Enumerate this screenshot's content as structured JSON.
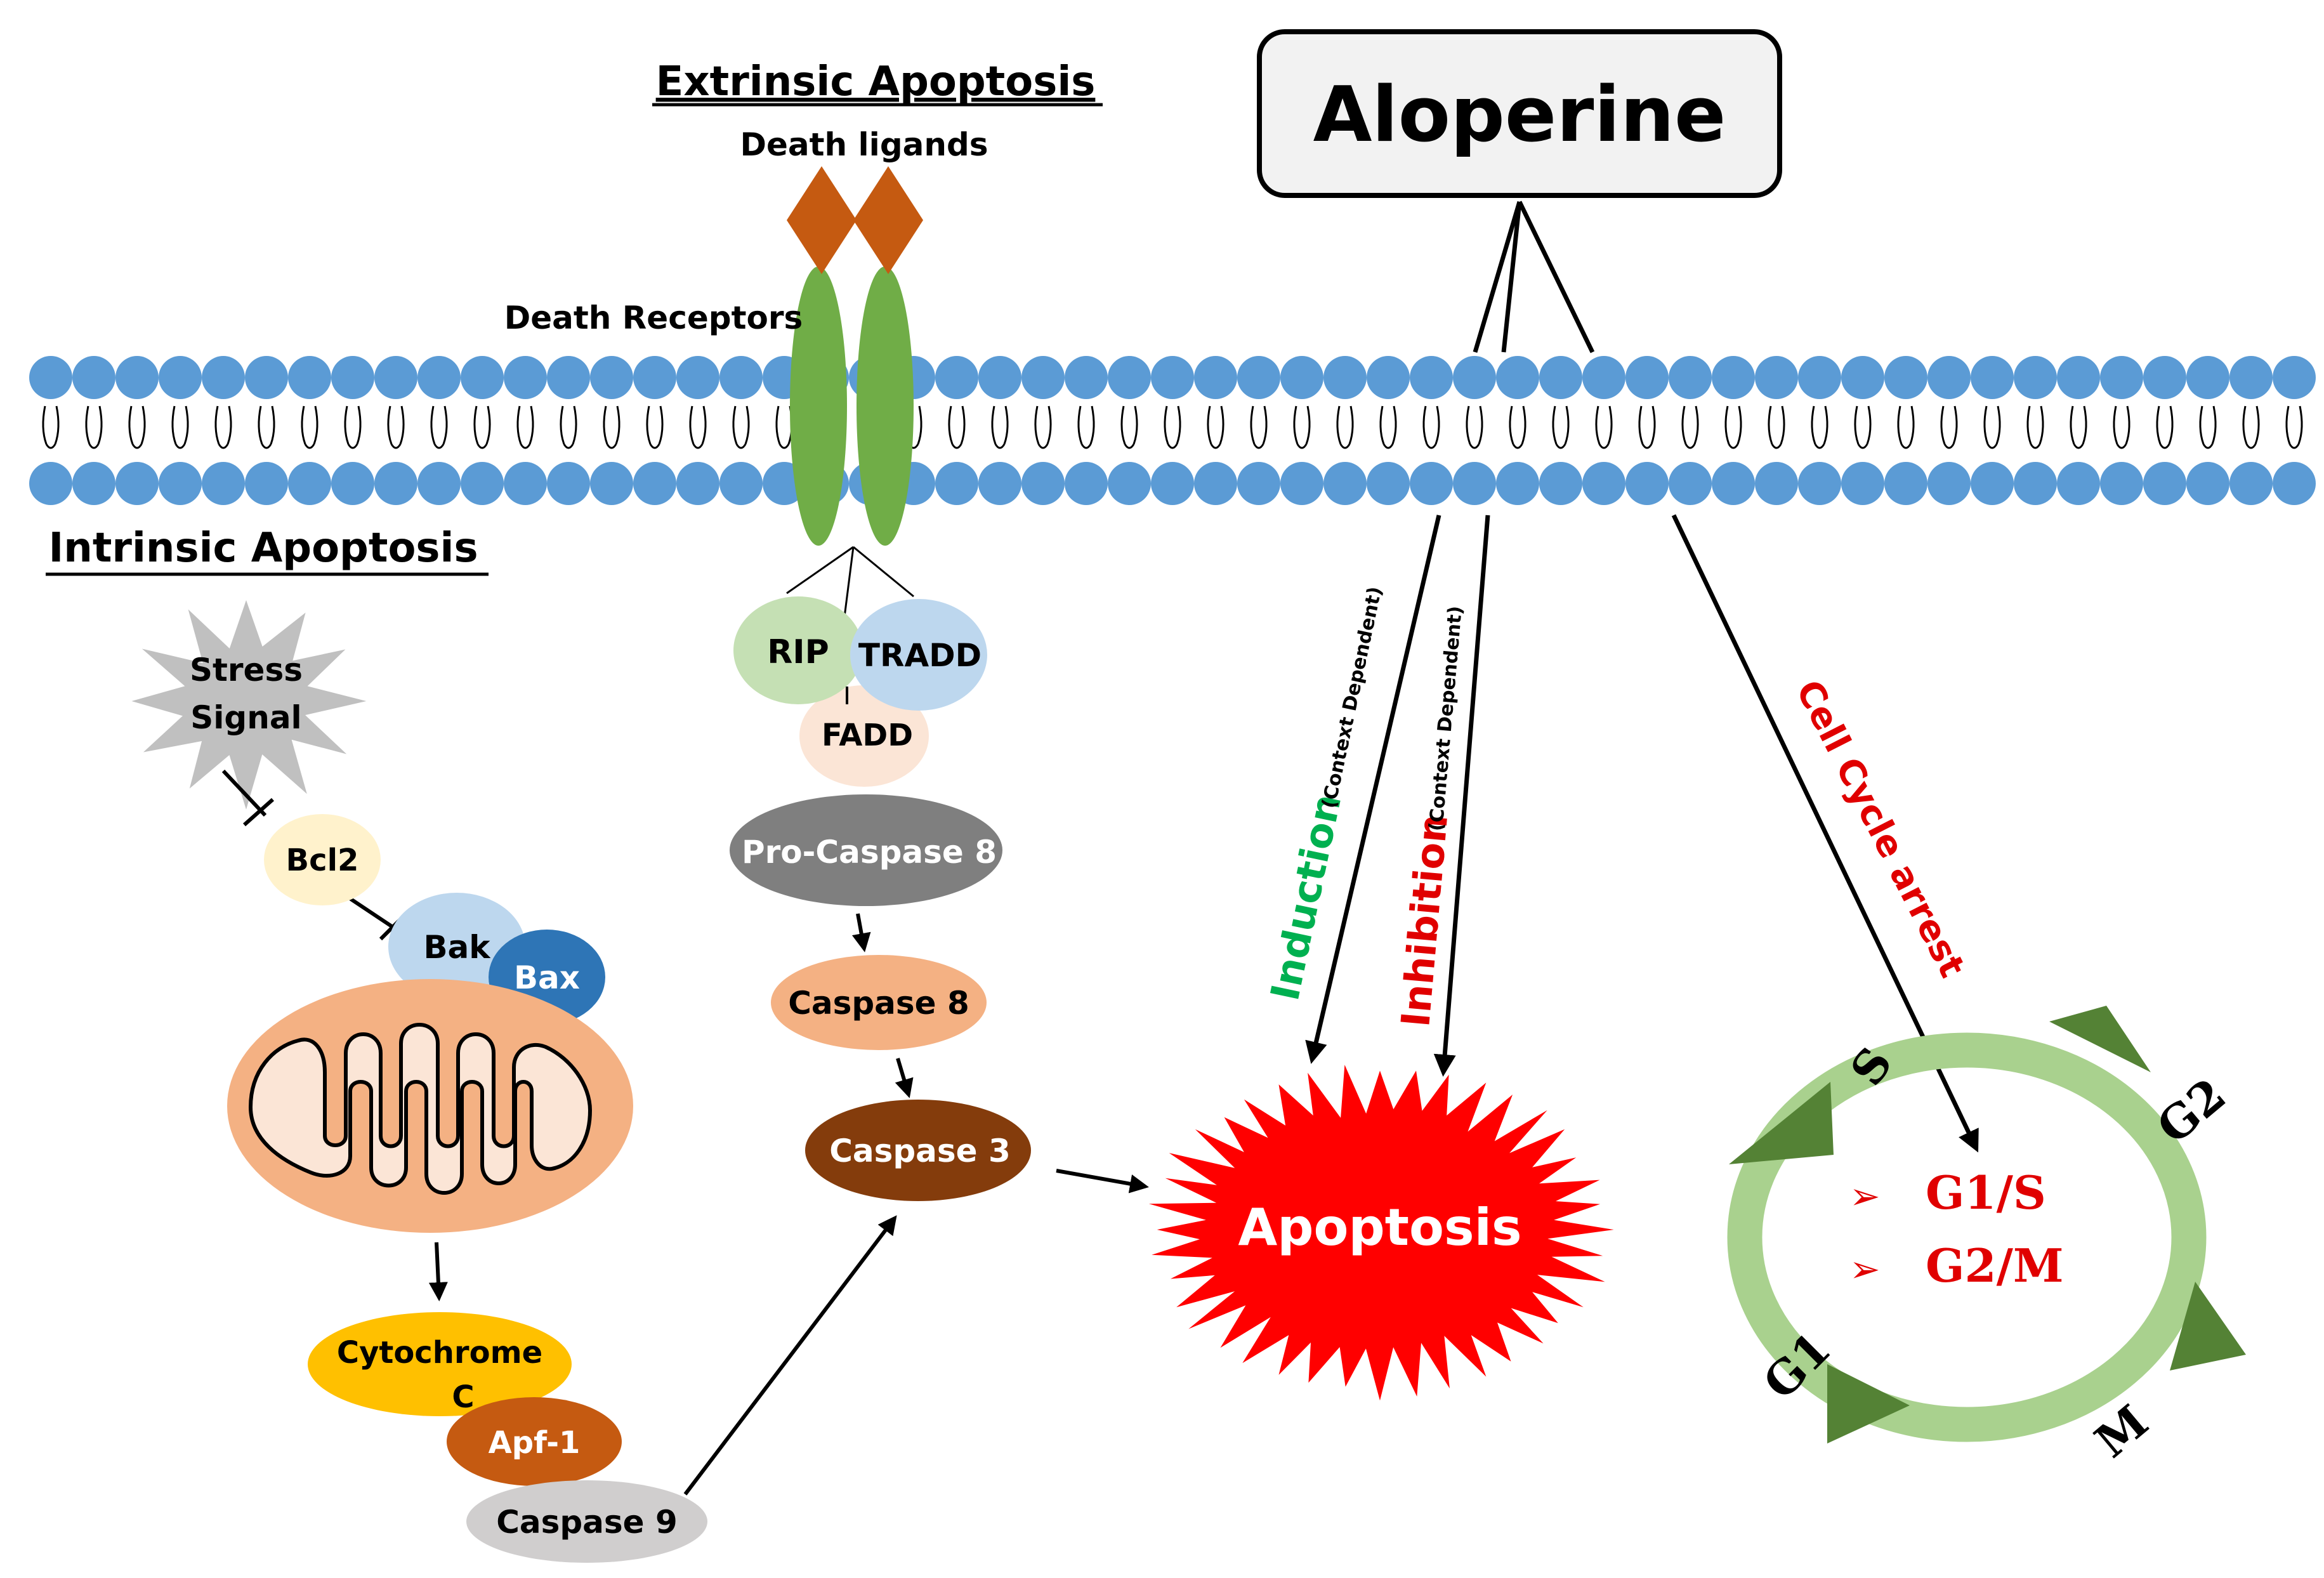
{
  "title_box": {
    "label": "Aloperine"
  },
  "extrinsic": {
    "heading": "Extrinsic Apoptosis",
    "ligands_label": "Death ligands",
    "receptors_label": "Death Receptors",
    "rip": "RIP",
    "tradd": "TRADD",
    "fadd": "FADD",
    "pro_caspase8": "Pro-Caspase 8",
    "caspase8": "Caspase 8",
    "caspase3": "Caspase 3"
  },
  "intrinsic": {
    "heading": "Intrinsic Apoptosis",
    "stress_line1": "Stress",
    "stress_line2": "Signal",
    "bcl2": "Bcl2",
    "bak": "Bak",
    "bax": "Bax",
    "cytochrome_line1": "Cytochrome",
    "cytochrome_line2": "C",
    "apf1": "Apf-1",
    "caspase9": "Caspase 9"
  },
  "outcomes": {
    "apoptosis": "Apoptosis",
    "induction": "Induction",
    "inhibition": "Inhibition",
    "context": "(Context Dependent)",
    "cell_cycle_arrest": "Cell Cycle arrest"
  },
  "cell_cycle": {
    "phase_s": "S",
    "phase_g2": "G2",
    "phase_m": "M",
    "phase_g1": "G1",
    "arrest_points": [
      "G1/S",
      "G2/M"
    ]
  },
  "colors": {
    "membrane_head": "#5b9bd5",
    "receptor": "#70ad47",
    "ligand": "#c55a11",
    "apoptosis": "#ff0000",
    "induction_text": "#00b050",
    "inhibition_text": "#e00000",
    "cycle_ring": "#a9d18e",
    "cycle_arrow": "#548235"
  }
}
